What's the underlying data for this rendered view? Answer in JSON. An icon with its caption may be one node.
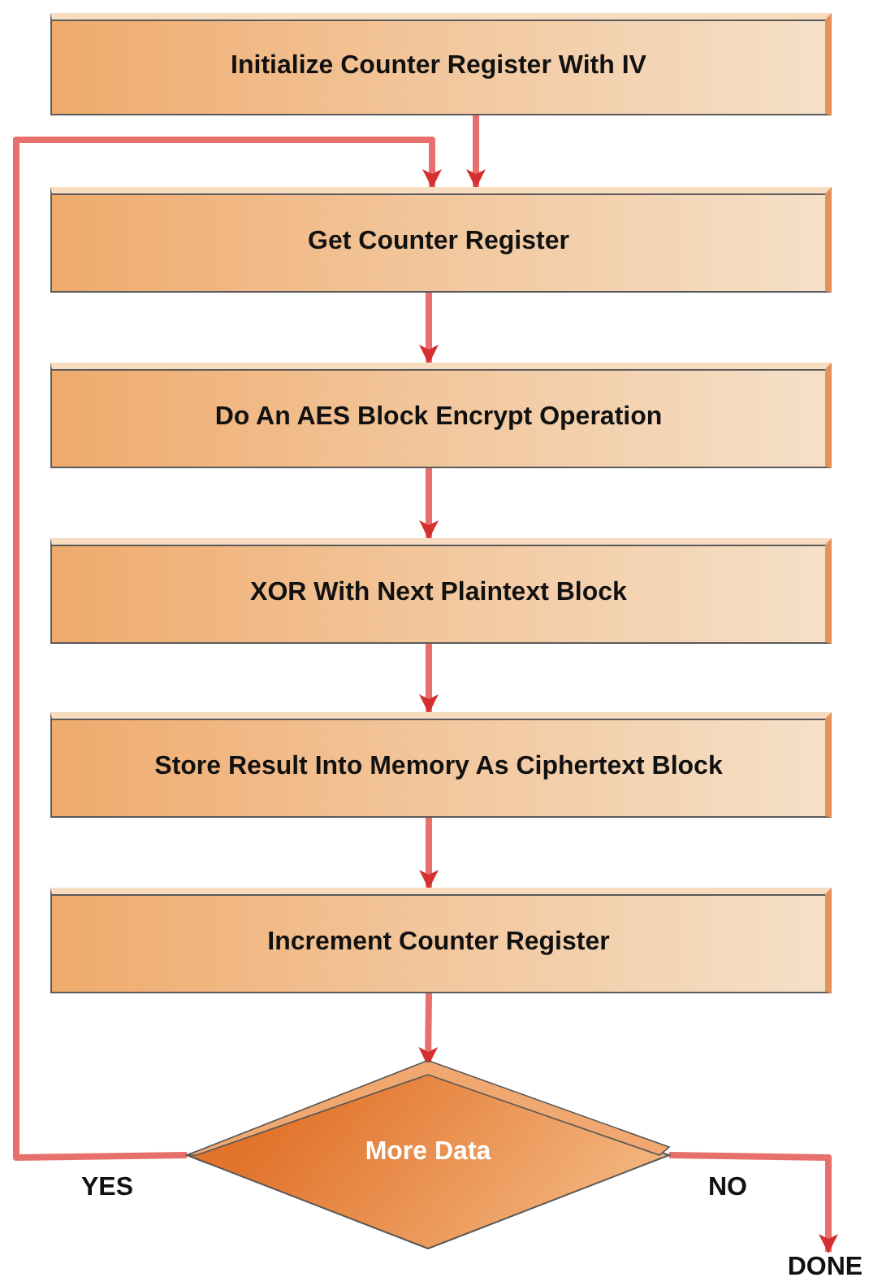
{
  "diagram": {
    "nodes": [
      {
        "text": [
          "Initialize Counter Register With IV"
        ]
      },
      {
        "text": [
          "Get Counter Register"
        ]
      },
      {
        "text": [
          "Do An AES Block Encrypt Operation"
        ]
      },
      {
        "text": [
          "XOR With Next Plaintext Block"
        ]
      },
      {
        "text": [
          "Store Result Into Memory As Ciphertext Block"
        ]
      },
      {
        "text": [
          "Increment Counter Register"
        ]
      },
      {
        "text": [
          "More Data"
        ]
      },
      {
        "text": [
          "DONE"
        ]
      }
    ],
    "edges": [
      {
        "from": 0,
        "to": 1,
        "arrow": "to"
      },
      {
        "from": 1,
        "to": 2,
        "arrow": "to"
      },
      {
        "from": 2,
        "to": 3,
        "arrow": "to"
      },
      {
        "from": 3,
        "to": 4,
        "arrow": "to"
      },
      {
        "from": 4,
        "to": 5,
        "arrow": "to"
      },
      {
        "from": 5,
        "to": 6,
        "arrow": "to"
      },
      {
        "from": 6,
        "to": 1,
        "arrow": "to",
        "label": "YES"
      },
      {
        "from": 6,
        "to": 7,
        "arrow": "to",
        "label": "NO"
      }
    ]
  }
}
